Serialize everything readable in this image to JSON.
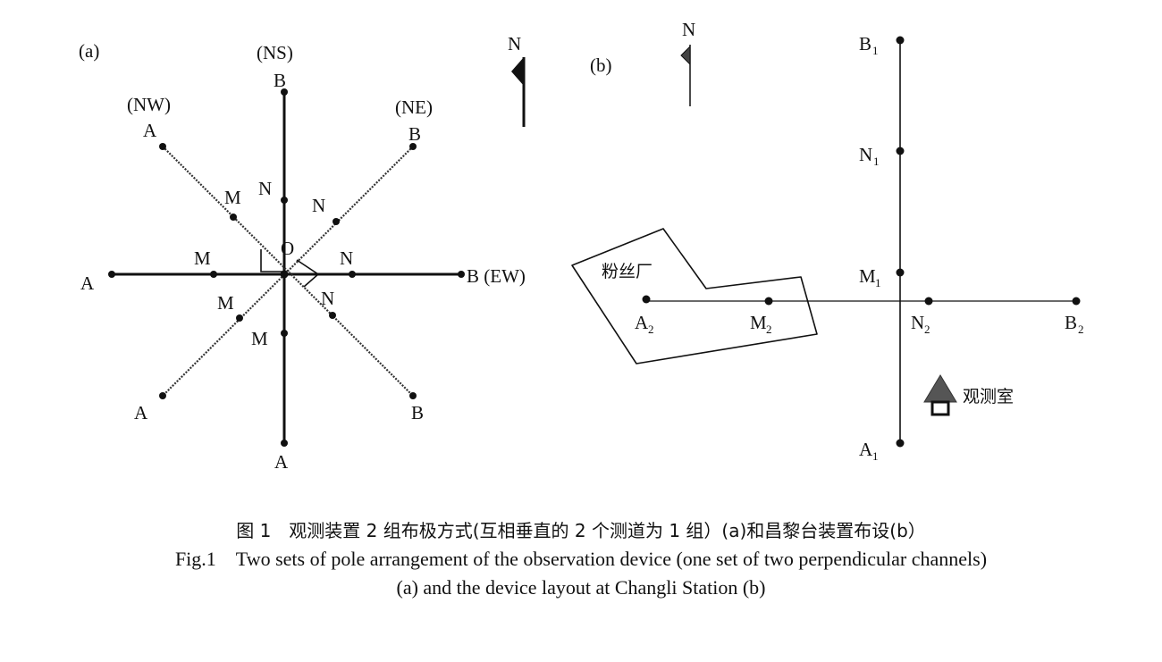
{
  "panel_a": {
    "label": "(a)",
    "north": "N",
    "center": "O",
    "directions": {
      "ns": "(NS)",
      "nw": "(NW)",
      "ne": "(NE)",
      "ew": "B (EW)"
    },
    "nodes": {
      "ns_b": "B",
      "ns_n": "N",
      "ns_m": "M",
      "ns_a": "A",
      "ew_a": "A",
      "ew_m": "M",
      "ew_n": "N",
      "nw_a": "A",
      "nw_m": "M",
      "nw_n": "N",
      "nw_b": "B",
      "ne_a": "A",
      "ne_m": "M",
      "ne_n": "N",
      "ne_b": "B"
    }
  },
  "panel_b": {
    "label": "(b)",
    "north": "N",
    "factory": "粉丝厂",
    "observatory": "观测室",
    "nodes": {
      "b1": "B",
      "n1": "N",
      "m1": "M",
      "a1": "A",
      "a2": "A",
      "m2": "M",
      "n2": "N",
      "b2": "B"
    },
    "subscripts": {
      "one": "1",
      "two": "2"
    }
  },
  "caption": {
    "cn": "图 1　观测装置 2 组布极方式(互相垂直的 2 个测道为 1 组）(a)和昌黎台装置布设(b）",
    "en1": "Fig.1　Two sets of pole arrangement of the observation device (one set of two perpendicular channels)",
    "en2": "(a) and the device layout at Changli Station (b)"
  }
}
